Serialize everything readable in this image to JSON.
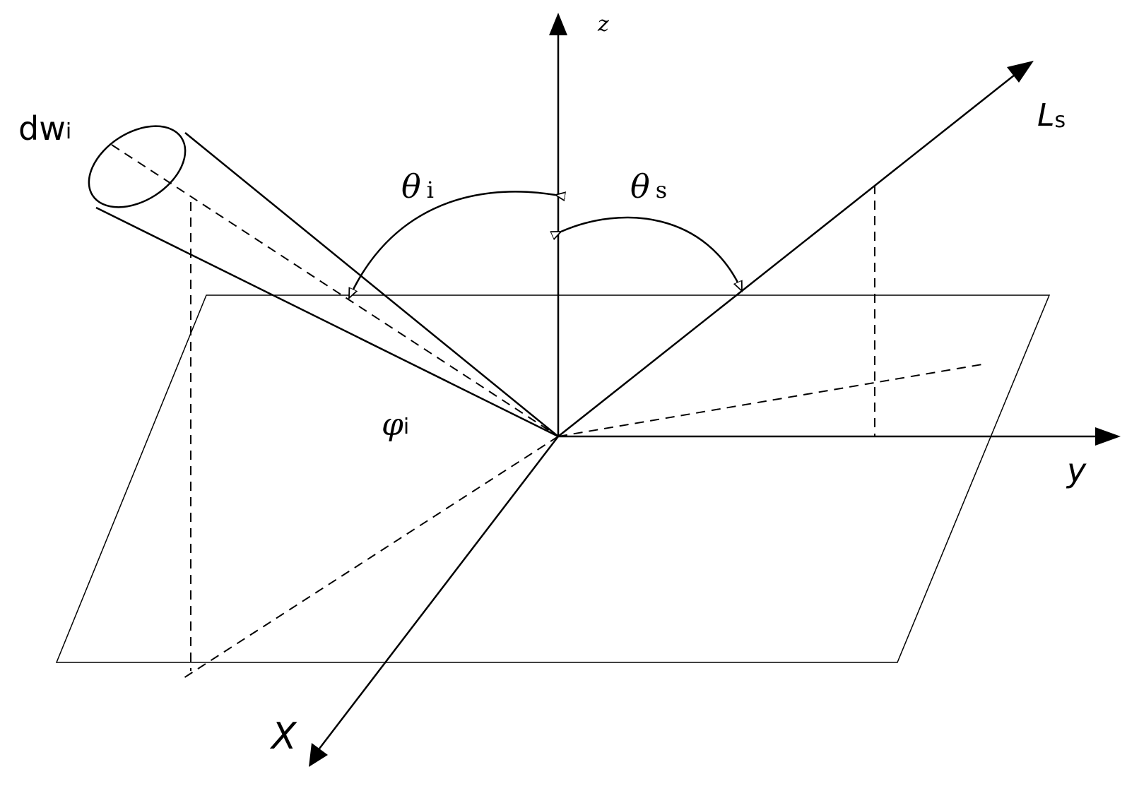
{
  "labels": {
    "z_axis": "z",
    "y_axis": "y",
    "x_axis": "X",
    "reflected_ray": "L",
    "reflected_ray_sub": "s",
    "solid_angle": "dw",
    "solid_angle_sub": "i",
    "theta_i": "θ",
    "theta_i_sub": "i",
    "theta_s": "θ",
    "theta_s_sub": "s",
    "phi_i": "φ",
    "phi_i_sub": "i"
  }
}
